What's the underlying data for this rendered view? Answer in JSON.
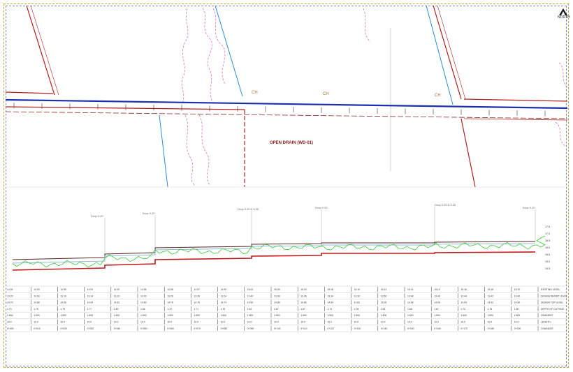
{
  "plan": {
    "drain_label": "OPEN DRAIN (WD-01)",
    "north_label": "NORTH",
    "station_markers": [
      "CH",
      "CH",
      "CH"
    ]
  },
  "profile": {
    "callouts": [
      "Drop 0.20",
      "Drop 0.20",
      "Drop 0.20 & 0.20",
      "Drop 0.20",
      "Drop 0.20 & 0.20",
      "Drop 0.20"
    ],
    "level_labels": [
      "17.5",
      "17.0",
      "16.5",
      "16.0",
      "15.5",
      "15.0",
      "14.5"
    ]
  },
  "table": {
    "row_headers": [
      "EXISTING LEVEL",
      "DESIGN INVERT LEVEL",
      "DESIGN TOP LEVEL",
      "DEPTH OF CUTTING",
      "GRADIENT",
      "LENGTH",
      "CHAINAGE"
    ],
    "rows": [
      [
        "14.94",
        "14.93",
        "14.95",
        "14.91",
        "14.92",
        "14.96",
        "14.98",
        "14.97",
        "14.99",
        "15.02",
        "15.05",
        "15.03",
        "15.08",
        "15.10",
        "15.12",
        "15.14",
        "15.13",
        "15.16",
        "15.18",
        "15.20"
      ],
      [
        "13.20",
        "13.18",
        "13.16",
        "13.14",
        "13.12",
        "13.30",
        "13.28",
        "13.26",
        "13.24",
        "13.40",
        "13.38",
        "13.36",
        "13.34",
        "13.32",
        "13.50",
        "13.48",
        "13.46",
        "13.44",
        "13.42",
        "13.40"
      ],
      [
        "14.70",
        "14.68",
        "14.66",
        "14.64",
        "14.62",
        "14.80",
        "14.78",
        "14.76",
        "14.74",
        "14.90",
        "14.88",
        "14.86",
        "14.84",
        "14.82",
        "15.00",
        "14.98",
        "14.96",
        "14.94",
        "14.92",
        "14.90"
      ],
      [
        "1.74",
        "1.75",
        "1.79",
        "1.77",
        "1.80",
        "1.66",
        "1.70",
        "1.71",
        "1.75",
        "1.62",
        "1.67",
        "1.67",
        "1.74",
        "1.78",
        "1.62",
        "1.66",
        "1.67",
        "1.72",
        "1.76",
        "1.80"
      ],
      [
        "1:500",
        "1:500",
        "1:500",
        "1:500",
        "1:500",
        "1:500",
        "1:500",
        "1:500",
        "1:500",
        "1:500",
        "1:500",
        "1:500",
        "1:500",
        "1:500",
        "1:500",
        "1:500",
        "1:500",
        "1:500",
        "1:500",
        "1:500"
      ],
      [
        "10.0",
        "10.0",
        "10.0",
        "10.0",
        "10.0",
        "10.0",
        "10.0",
        "10.0",
        "10.0",
        "10.0",
        "10.0",
        "10.0",
        "10.0",
        "10.0",
        "10.0",
        "10.0",
        "10.0",
        "10.0",
        "10.0",
        "10.0"
      ],
      [
        "0+000",
        "0+010",
        "0+020",
        "0+030",
        "0+040",
        "0+050",
        "0+060",
        "0+070",
        "0+080",
        "0+090",
        "0+100",
        "0+110",
        "0+120",
        "0+130",
        "0+140",
        "0+150",
        "0+160",
        "0+170",
        "0+180",
        "0+190"
      ]
    ]
  }
}
